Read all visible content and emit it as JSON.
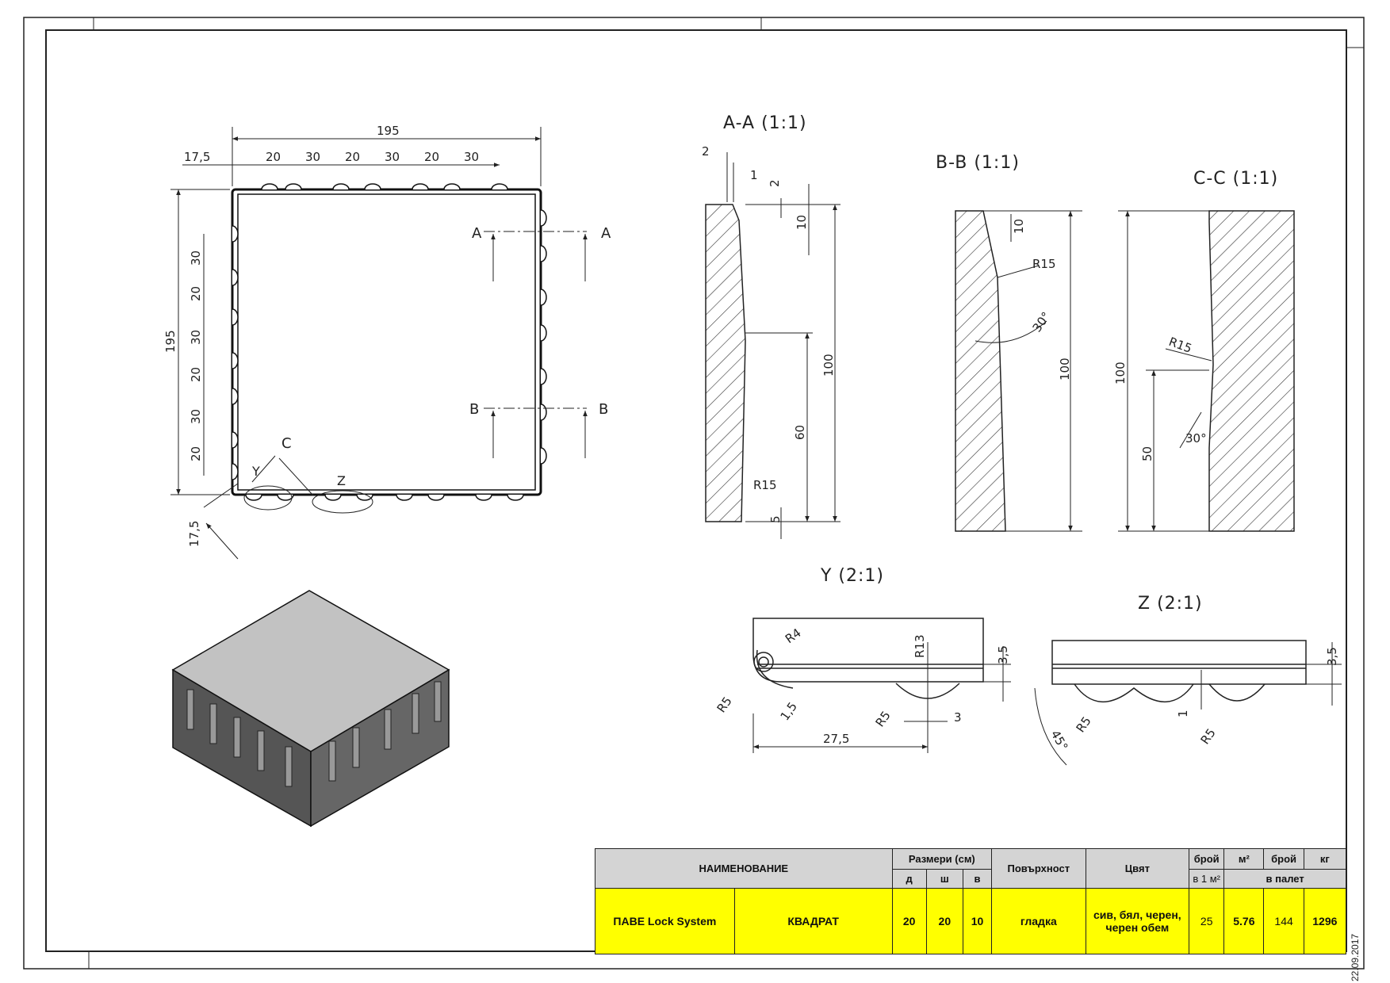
{
  "views": {
    "plan": {
      "top_total": "195",
      "top_dims": [
        "17,5",
        "20",
        "30",
        "20",
        "30",
        "20",
        "30"
      ],
      "left_total": "195",
      "left_dims": [
        "30",
        "20",
        "30",
        "20",
        "30",
        "20"
      ],
      "bottom_offset": "17,5",
      "section_letters": [
        "A",
        "B",
        "C",
        "Y",
        "Z"
      ]
    },
    "section_aa": {
      "title": "A-A (1:1)",
      "dims": [
        "2",
        "1",
        "2",
        "10",
        "100",
        "60",
        "R15",
        "5"
      ]
    },
    "section_bb": {
      "title": "B-B (1:1)",
      "dims": [
        "10",
        "R15",
        "30°",
        "100"
      ]
    },
    "section_cc": {
      "title": "C-C (1:1)",
      "dims": [
        "100",
        "R15",
        "50",
        "30°"
      ]
    },
    "detail_y": {
      "title": "Y (2:1)",
      "dims": [
        "R4",
        "R13",
        "3,5",
        "R5",
        "1,5",
        "R5",
        "3",
        "27,5"
      ]
    },
    "detail_z": {
      "title": "Z (2:1)",
      "dims": [
        "3,5",
        "45°",
        "R5",
        "1",
        "R5"
      ]
    }
  },
  "title_block": {
    "header_name": "НАИМЕНОВАНИЕ",
    "header_sizes": "Размери (см)",
    "header_d": "д",
    "header_sh": "ш",
    "header_v": "в",
    "header_surface": "Повърхност",
    "header_color": "Цвят",
    "header_count": "брой",
    "header_count_sub": "в 1 м²",
    "header_m2": "м²",
    "header_pallet_count": "брой",
    "header_kg": "кг",
    "header_pallet": "в палет",
    "product": "ПАВЕ Lock System",
    "shape": "КВАДРАТ",
    "d": "20",
    "sh": "20",
    "v": "10",
    "surface": "гладка",
    "colors": "сив, бял, черен, черен обем",
    "per_m2": "25",
    "m2_per_pallet": "5.76",
    "pieces_per_pallet": "144",
    "kg_per_pallet": "1296"
  },
  "date": "22.09.2017"
}
